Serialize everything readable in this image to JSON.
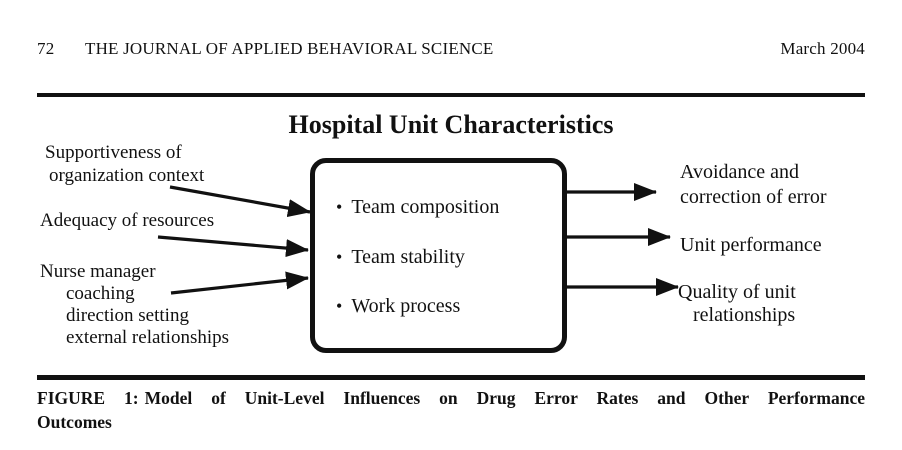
{
  "page_header": {
    "page_number": "72",
    "journal_title": "THE JOURNAL OF APPLIED BEHAVIORAL SCIENCE",
    "issue_date": "March 2004"
  },
  "figure": {
    "title": "Hospital Unit Characteristics",
    "inputs": [
      {
        "lines": [
          "Supportiveness of",
          "organization context"
        ]
      },
      {
        "lines": [
          "Adequacy of resources"
        ]
      },
      {
        "lines": [
          "Nurse manager",
          "coaching",
          "direction setting",
          "external relationships"
        ]
      }
    ],
    "box": {
      "bullet": "•",
      "items": [
        "Team composition",
        "Team stability",
        "Work process"
      ]
    },
    "outputs": [
      {
        "lines": [
          "Avoidance and",
          "correction of error"
        ]
      },
      {
        "lines": [
          "Unit performance"
        ]
      },
      {
        "lines": [
          "Quality of unit",
          "relationships"
        ]
      }
    ]
  },
  "caption": {
    "label": "FIGURE 1:",
    "text": "Model of Unit-Level Influences on Drug Error Rates and Other Performance",
    "text_line2": "Outcomes"
  },
  "colors": {
    "ink": "#111111",
    "paper": "#ffffff"
  }
}
